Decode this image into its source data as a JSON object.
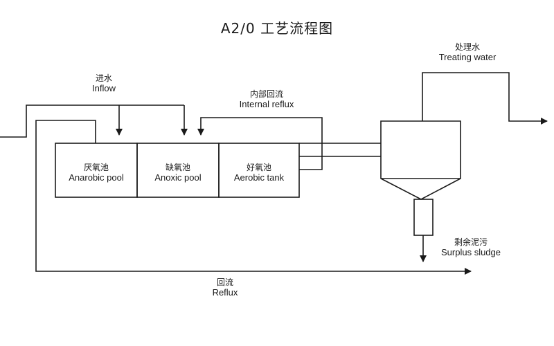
{
  "title": "A2/0 工艺流程图",
  "inflow": {
    "cn": "进水",
    "en": "Inflow"
  },
  "internal_reflux": {
    "cn": "内部回流",
    "en": "Internal reflux"
  },
  "treating_water": {
    "cn": "处理水",
    "en": "Treating water"
  },
  "tanks": [
    {
      "cn": "厌氧池",
      "en": "Anarobic pool"
    },
    {
      "cn": "缺氧池",
      "en": "Anoxic pool"
    },
    {
      "cn": "好氧池",
      "en": "Aerobic tank"
    }
  ],
  "surplus_sludge": {
    "cn": "剩余泥污",
    "en": "Surplus sludge"
  },
  "reflux": {
    "cn": "回流",
    "en": "Reflux"
  }
}
